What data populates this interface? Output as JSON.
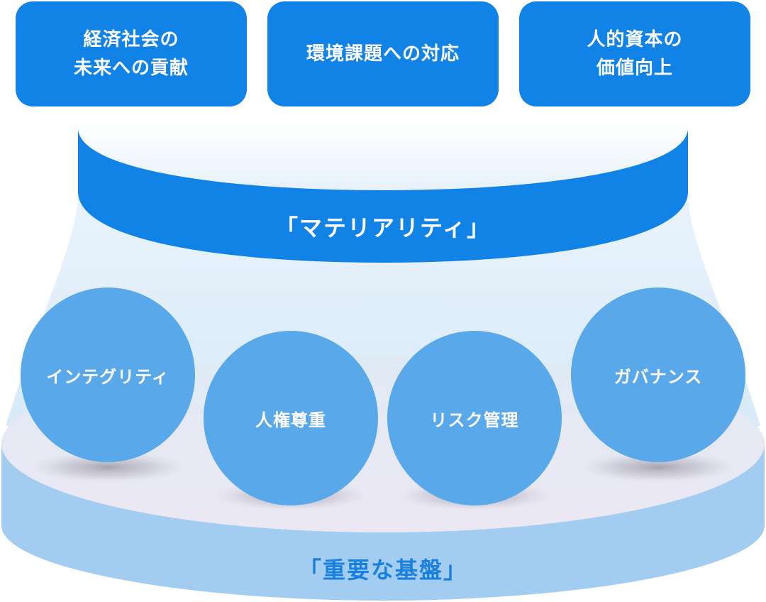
{
  "top_boxes": [
    {
      "label": "経済社会の\n未来への貢献"
    },
    {
      "label": "環境課題への対応"
    },
    {
      "label": "人的資本の\n価値向上"
    }
  ],
  "materiality": {
    "label": "「マテリアリティ」"
  },
  "pillars": [
    {
      "label": "インテグリティ"
    },
    {
      "label": "人権尊重"
    },
    {
      "label": "リスク管理"
    },
    {
      "label": "ガバナンス"
    }
  ],
  "foundation": {
    "label": "「重要な基盤」"
  },
  "colors": {
    "box_blue": "#1283e6",
    "circle_blue": "#58a8ea",
    "foundation_text": "#1a80e0",
    "base_light": "#a2cdf1"
  }
}
